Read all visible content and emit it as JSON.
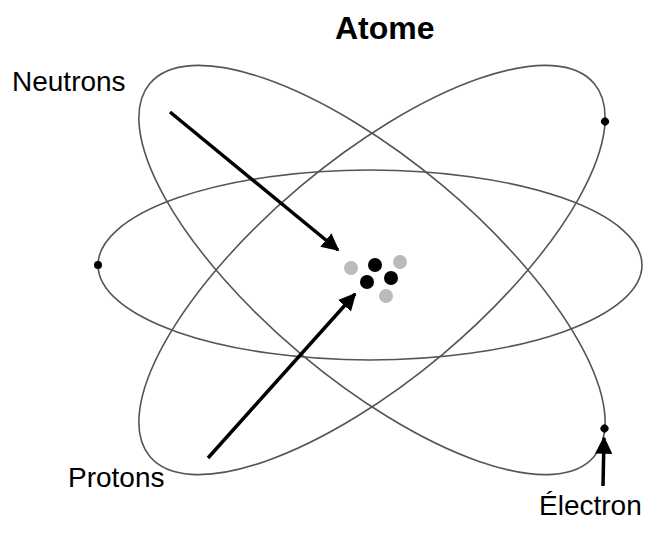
{
  "diagram": {
    "title": "Atome",
    "labels": [
      "Neutrons",
      "Protons",
      "Électron"
    ]
  }
}
